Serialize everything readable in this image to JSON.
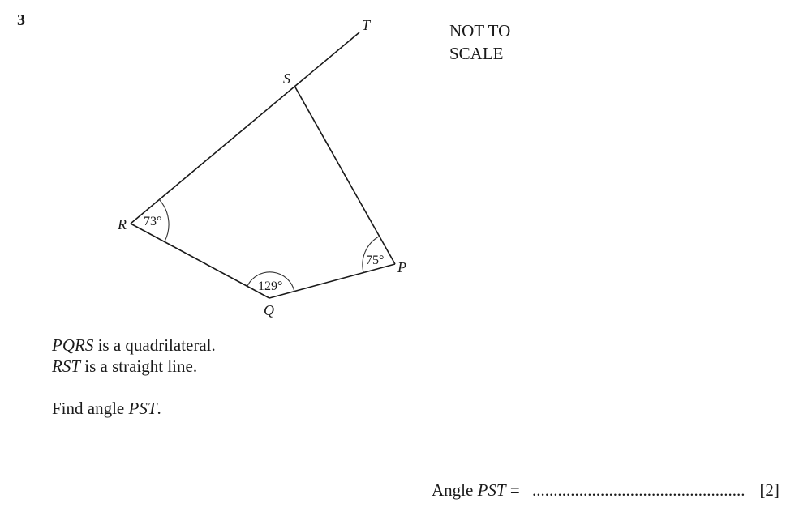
{
  "question": {
    "number": "3",
    "not_to_scale": [
      "NOT TO",
      "SCALE"
    ]
  },
  "diagram": {
    "points": {
      "P": {
        "label": "P"
      },
      "Q": {
        "label": "Q"
      },
      "R": {
        "label": "R"
      },
      "S": {
        "label": "S"
      },
      "T": {
        "label": "T"
      }
    },
    "angles": {
      "R": "73°",
      "Q": "129°",
      "P": "75°"
    }
  },
  "statements": {
    "line1": {
      "italic": "PQRS",
      "rest": " is a quadrilateral."
    },
    "line2": {
      "italic": "RST",
      "rest": " is a straight line."
    },
    "task": {
      "prefix": "Find angle ",
      "italic": "PST",
      "suffix": "."
    }
  },
  "answer": {
    "prefix": "Angle ",
    "italic": "PST",
    "equals": " = ",
    "dots": "..................................................",
    "marks": "[2]"
  }
}
